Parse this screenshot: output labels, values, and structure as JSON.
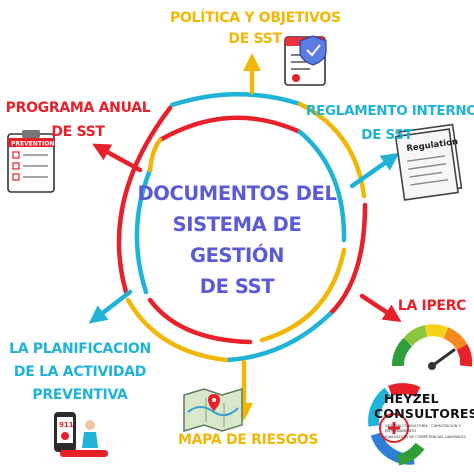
{
  "center": {
    "line1": "DOCUMENTOS DEL",
    "line2": "SISTEMA DE GESTIÓN",
    "line3": "DE SST"
  },
  "items": {
    "politica": {
      "line1": "POLÍTICA Y OBJETIVOS",
      "line2": "DE SST",
      "color": "#f2b705",
      "icon": "policy-document-shield-icon"
    },
    "reglamento": {
      "line1": "REGLAMENTO INTERNO",
      "line2": "DE SST",
      "color": "#1fb3d8",
      "icon": "regulation-document-icon",
      "icon_text": "Regulation"
    },
    "iperc": {
      "line1": "LA IPERC",
      "color": "#e8202a",
      "icon": "risk-gauge-icon"
    },
    "mapa": {
      "line1": "MAPA DE RIESGOS",
      "color": "#f2b705",
      "icon": "risk-map-icon"
    },
    "planificacion": {
      "line1": "LA PLANIFICACION",
      "line2": "DE LA ACTIVIDAD",
      "line3": "PREVENTIVA",
      "color": "#1fb3d8",
      "icon": "emergency-call-icon"
    },
    "programa": {
      "line1": "PROGRAMA ANUAL",
      "line2": "DE SST",
      "color": "#e8202a",
      "icon": "prevention-checklist-icon",
      "icon_text": "PREVENTION"
    }
  },
  "logo": {
    "name_line1": "HEYZEL",
    "name_line2": "CONSULTORES",
    "tagline1": "GESTIÓN CONSULTORÍA · CAPACITACIÓN Y ENTRENAMIENTO",
    "tagline2": "EVALUACIÓN DE COMPETENCIAS LABORALES"
  },
  "colors": {
    "red": "#e8202a",
    "yellow": "#f2b705",
    "cyan": "#1fb3d8",
    "title": "#5b5bd6"
  }
}
